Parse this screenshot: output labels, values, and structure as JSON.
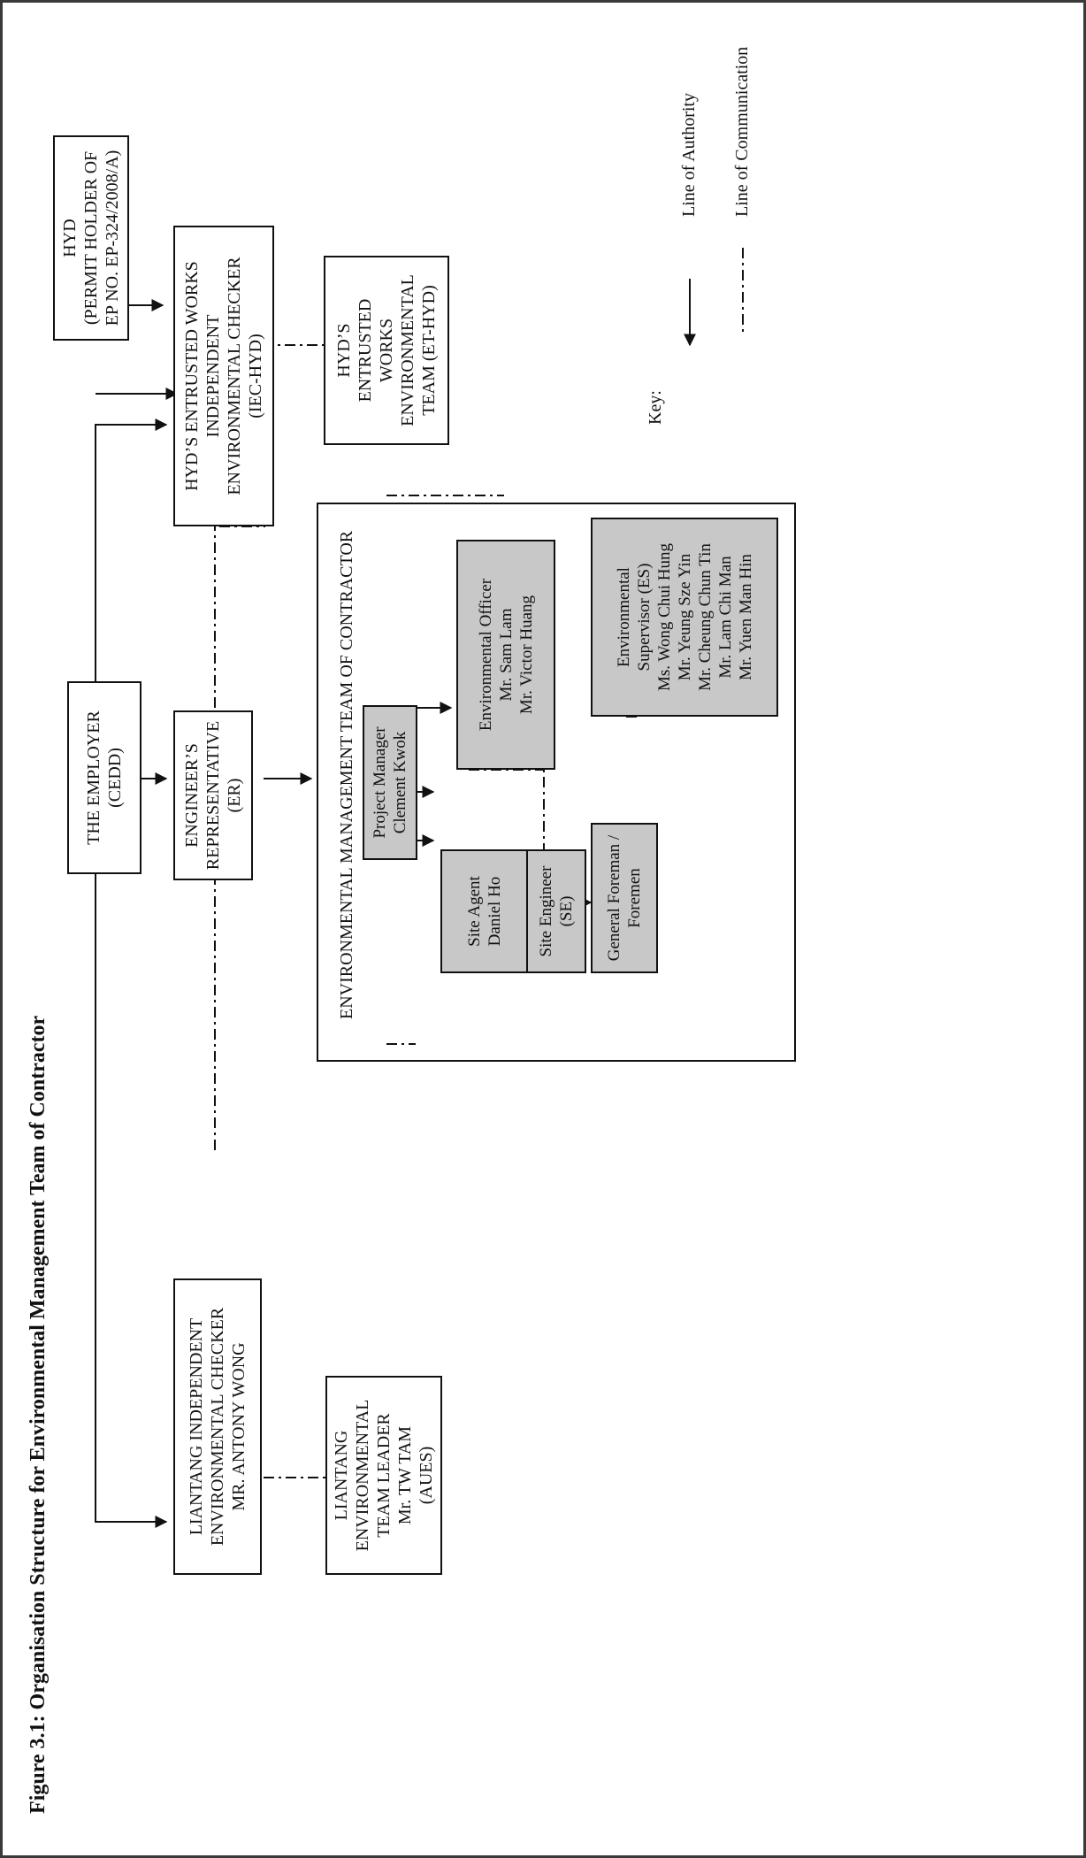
{
  "title": "Figure 3.1: Organisation Structure for Environmental Management Team of Contractor",
  "boxes": {
    "hyd": "HYD\n(PERMIT HOLDER OF\nEP NO. EP-324/2008/A)",
    "iec_hyd": "HYD’S ENTRUSTED WORKS\nINDEPENDENT\nENVIRONMENTAL CHECKER\n(IEC-HYD)",
    "et_hyd": "HYD’S\nENTRUSTED\nWORKS\nENVIRONMENTAL\nTEAM (ET-HYD)",
    "employer": "THE EMPLOYER\n(CEDD)",
    "er": "ENGINEER’S\nREPRESENTATIVE\n(ER)",
    "liantang_iec": "LIANTANG INDEPENDENT\nENVIRONMENTAL CHECKER\nMR. ANTONY WONG",
    "liantang_et": "LIANTANG\nENVIRONMENTAL\nTEAM LEADER\nMr. TW TAM\n(AUES)",
    "pm": "Project Manager\nClement Kwok",
    "eo": "Environmental Officer\nMr. Sam Lam\nMr. Victor Huang",
    "es": "Environmental\nSupervisor (ES)\nMs. Wong Chui Hung\nMr. Yeung Sze Yin\nMr. Cheung Chun Tin\nMr. Lam Chi Man\nMr. Yuen Man Hin",
    "site_agent": "Site Agent\nDaniel Ho",
    "site_engineer": "Site Engineer (SE)",
    "foreman": "General Foreman /\nForemen"
  },
  "container_title": "ENVIRONMENTAL MANAGEMENT TEAM OF CONTRACTOR",
  "key": {
    "label": "Key:",
    "authority": "Line of Authority",
    "communication": "Line of Communication"
  }
}
